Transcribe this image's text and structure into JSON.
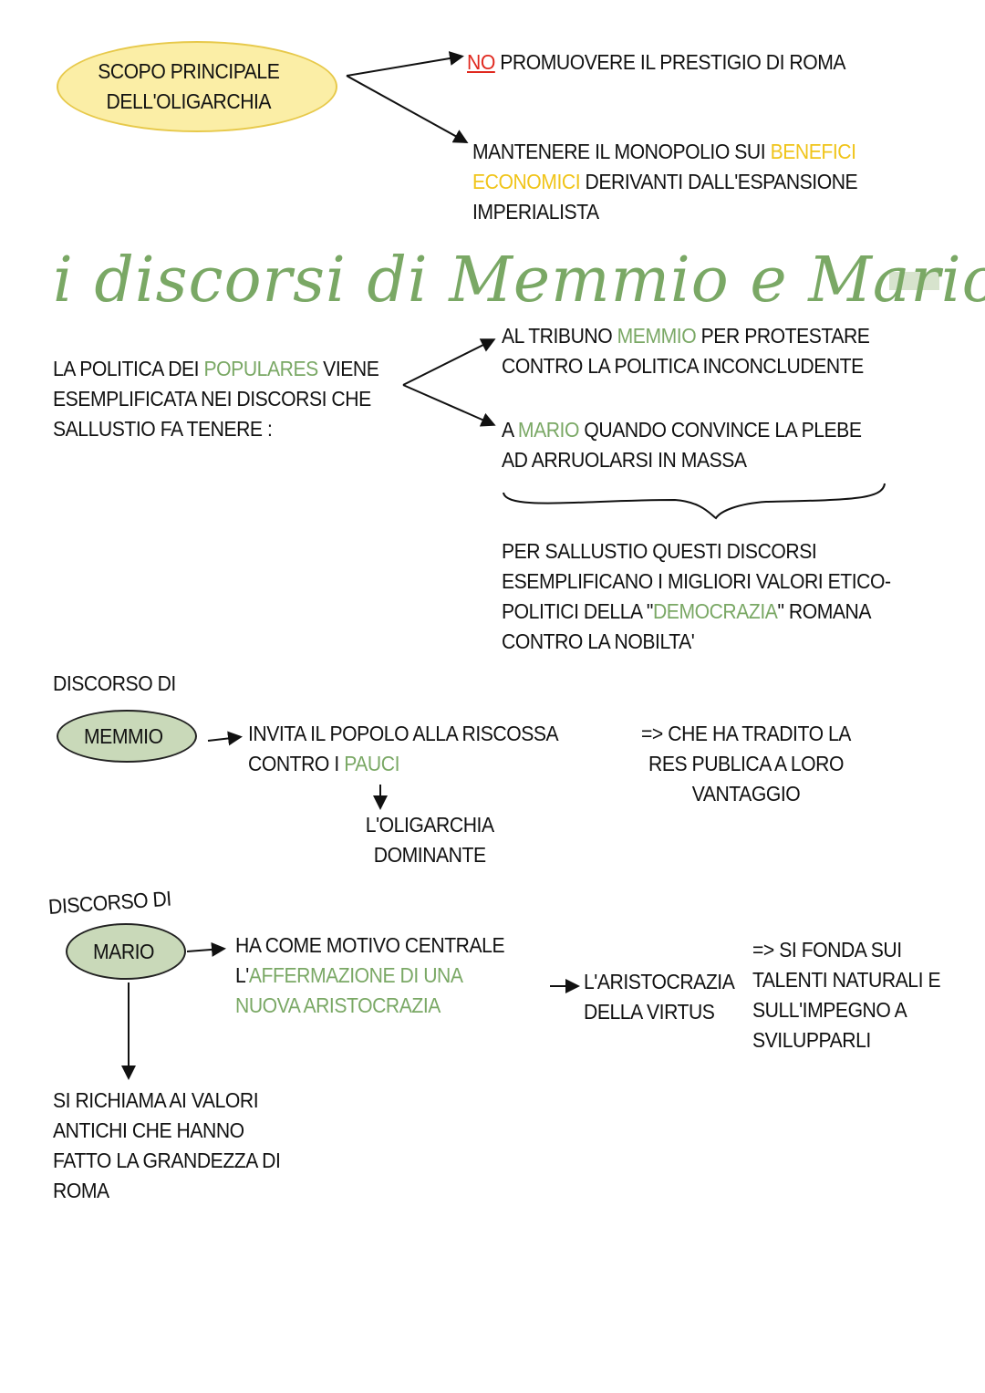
{
  "section1": {
    "bubble": "Scopo principale dell'oligarchia",
    "branch1_prefix": "No",
    "branch1_text": "promuovere il prestigio di Roma",
    "branch2_text_a": "Mantenere il monopolio sui",
    "branch2_highlight": "benefici economici",
    "branch2_text_b": "derivanti dall'espansione imperialista"
  },
  "title": "i discorsi di Memmio e Mario",
  "section2": {
    "left_a": "La politica dei",
    "left_highlight": "populares",
    "left_b": "viene esemplificata nei discorsi che Sallustio fa tenere :",
    "right1_a": "al tribuno",
    "right1_highlight": "Memmio",
    "right1_b": "per protestare contro la politica inconcludente",
    "right2_a": "a",
    "right2_highlight": "Mario",
    "right2_b": "quando convince la plebe ad arruolarsi in massa",
    "summary_a": "Per Sallustio questi discorsi esemplificano i migliori valori etico-politici della \"",
    "summary_highlight": "democrazia",
    "summary_b": "\" romana contro la nobilta'"
  },
  "memmio": {
    "label": "Discorso di",
    "bubble": "Memmio",
    "text_a": "Invita il popolo alla riscossa contro i",
    "text_highlight": "pauci",
    "result": "=> che ha tradito la res publica a loro vantaggio",
    "pauci_note": "l'oligarchia dominante"
  },
  "mario": {
    "label": "Discorso di",
    "bubble": "Mario",
    "text_a": "Ha come motivo centrale l'",
    "text_highlight": "affermazione di una nuova aristocrazia",
    "aristocrazia": "l'aristocrazia della virtus",
    "fonda": "=> si fonda sui talenti naturali e sull'impegno a svilupparli",
    "valori": "Si richiama ai valori antichi che hanno fatto la grandezza di Roma"
  },
  "colors": {
    "green": "#7aa865",
    "yellow": "#f0c419",
    "red": "#e0281e",
    "bubble_yellow": "#fbeea6",
    "bubble_green": "#c9d9b9"
  }
}
